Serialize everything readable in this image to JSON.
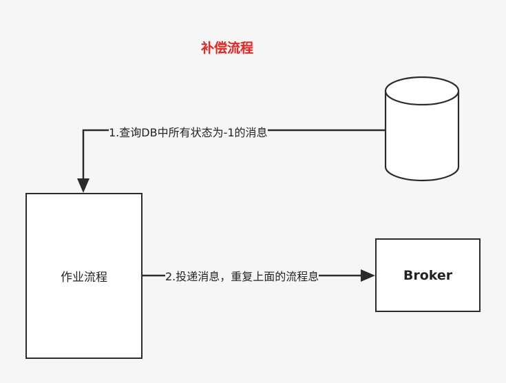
{
  "diagram": {
    "title": "补偿流程",
    "nodes": {
      "process": {
        "label": "作业流程"
      },
      "broker": {
        "label": "Broker"
      },
      "database": {
        "shape": "cylinder"
      }
    },
    "edges": {
      "query": {
        "label": "1.查询DB中所有状态为-1的消息",
        "from": "database",
        "to": "process"
      },
      "deliver": {
        "label": "2.投递消息，重复上面的流程息",
        "from": "process",
        "to": "broker"
      }
    },
    "colors": {
      "title": "#e8251f",
      "stroke": "#2b2b2b",
      "background": "#f6f6f6",
      "node_fill": "#ffffff"
    }
  }
}
